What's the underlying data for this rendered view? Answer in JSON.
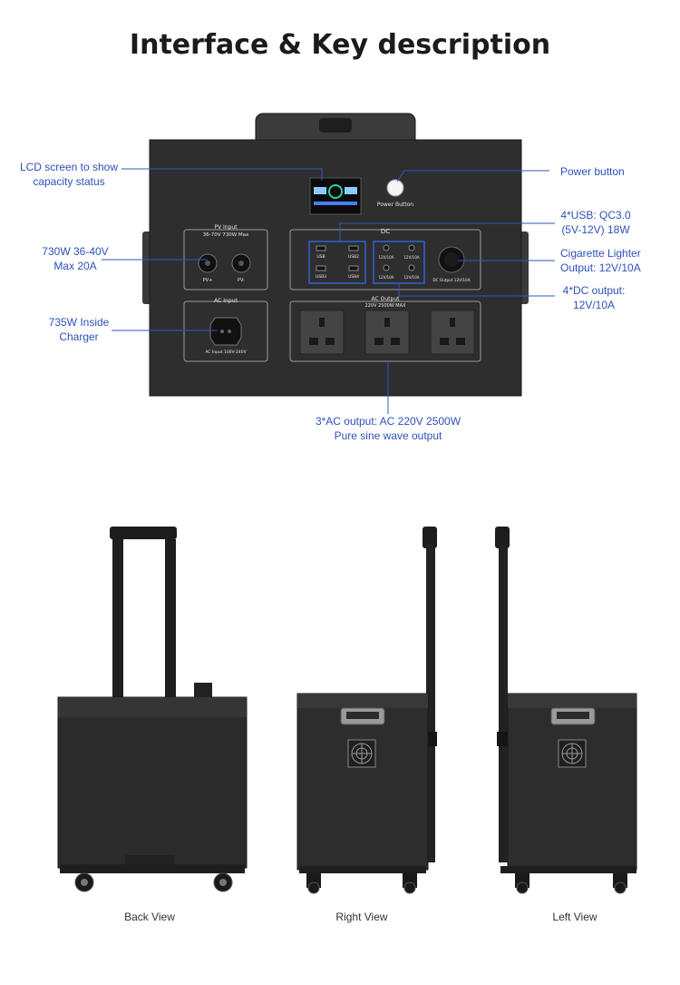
{
  "title": "Interface & Key description",
  "callouts": {
    "lcd": [
      "LCD screen to show",
      "capacity status"
    ],
    "power": "Power button",
    "pv_input": [
      "730W 36-40V",
      "Max 20A"
    ],
    "usb": [
      "4*USB: QC3.0",
      "(5V-12V) 18W"
    ],
    "cigarette": [
      "Cigarette Lighter",
      "Output: 12V/10A"
    ],
    "dc_output": [
      "4*DC output:",
      "12V/10A"
    ],
    "charger": [
      "735W  Inside",
      "Charger"
    ],
    "ac_output": [
      "3*AC output: AC 220V 2500W",
      "Pure sine wave output"
    ]
  },
  "panel": {
    "power_button_label": "Power Button",
    "pv_input_title": "PV Input",
    "pv_input_spec": "36-70V  730W Max",
    "pv_plus": "PV+",
    "pv_minus": "PV-",
    "ac_input_title": "AC Input",
    "ac_input_spec": "AC Input 100V-240V",
    "dc_title": "DC",
    "usb_labels": [
      "USB",
      "USB2",
      "USB3",
      "USB4"
    ],
    "dc_labels": [
      "12V/10A",
      "12V/10A",
      "12V/10A",
      "12V/10A"
    ],
    "dc_output_label": "DC Output  12V/10A",
    "ac_output_title": "AC Output",
    "ac_output_spec": "220V  2500W MAX"
  },
  "views": {
    "back": "Back View",
    "right": "Right View",
    "left": "Left View"
  },
  "colors": {
    "callout": "#2d52b8",
    "line": "#3355c0",
    "body": "#2b2b2b",
    "highlight": "#2f62d6"
  }
}
